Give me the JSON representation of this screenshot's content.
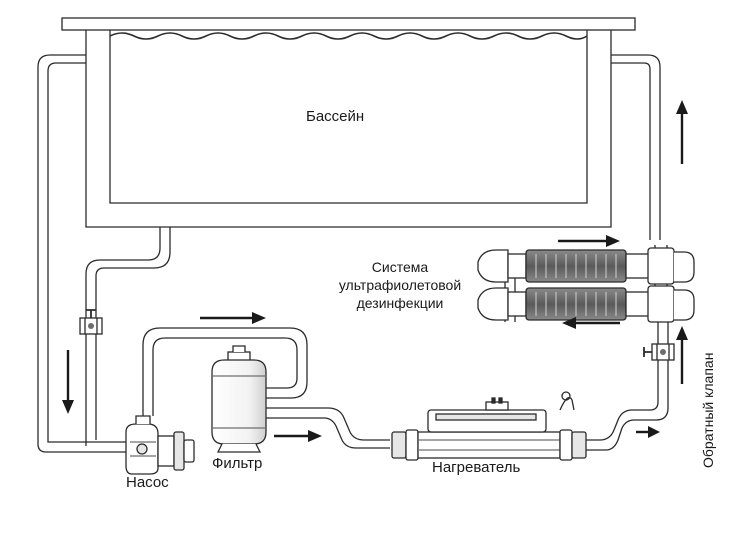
{
  "labels": {
    "pool": "Бассейн",
    "uv_system": [
      "Система",
      "ультрафиолетовой",
      "дезинфекции"
    ],
    "pump": "Насос",
    "filter": "Фильтр",
    "heater": "Нагреватель",
    "check_valve": "Обратный клапан"
  },
  "colors": {
    "line": "#2b2b2b",
    "fill": "#ffffff",
    "shade": "#e6e6e6",
    "dark": "#6e6e6e"
  },
  "icons": {
    "flow_arrow": "flow-arrow-icon",
    "valve": "valve-icon"
  }
}
